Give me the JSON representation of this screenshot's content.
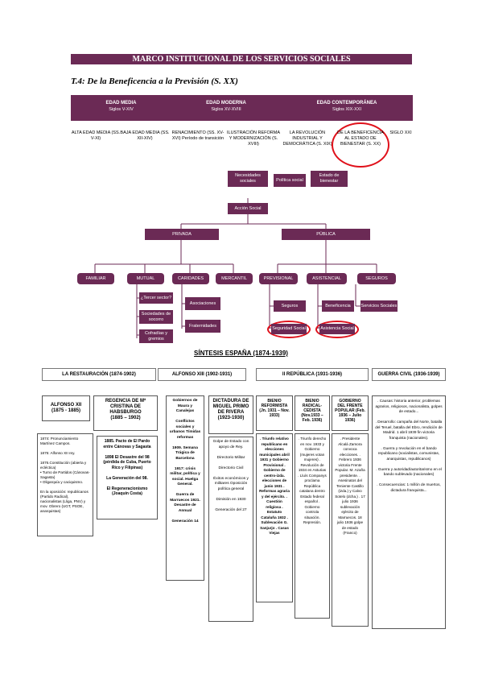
{
  "header": {
    "banner": "MARCO INSTITUCIONAL DE LOS SERVICIOS SOCIALES",
    "subtitle": "T.4: De la Beneficencia a la Previsión (S. XX)"
  },
  "eras": [
    {
      "label": "EDAD MEDIA",
      "sub": "Siglos V-XIV"
    },
    {
      "label": "EDAD MODERNA",
      "sub": "Siglos XV-XVIII"
    },
    {
      "label": "EDAD CONTEMPORÁNEA",
      "sub": "Siglos XIX-XXI"
    }
  ],
  "periods": [
    "ALTA EDAD MEDIA (SS. V-XI)",
    "BAJA EDAD MEDIA (SS. XII-XIV)",
    "RENACIMIENTO (SS. XV-XVI) Período de transición",
    "ILUSTRACIÓN REFORMA Y MODERNIZACIÓN (S. XVIII)",
    "LA REVOLUCIÓN INDUSTRIAL Y DEMOCRÁTICA (S. XIX)",
    "DE LA BENEFICENCIA AL ESTADO DE BIENESTAR (S. XX)",
    "SIGLO XXI"
  ],
  "tree": {
    "top": [
      "Necesidades sociales",
      "Política social",
      "Estado de bienestar"
    ],
    "accion": "Acción Social",
    "privada": "PRIVADA",
    "publica": "PÚBLICA",
    "privada_children": [
      "FAMILIAR",
      "MUTUAL",
      "CARIDADES",
      "MERCANTIL"
    ],
    "publica_children": [
      "PREVISIONAL",
      "ASISTENCIAL",
      "SEGUROS"
    ],
    "mutual_items": [
      "¿Tercer sector?",
      "Sociedades de socorro",
      "Cofradías y gremios"
    ],
    "caridades_items": [
      "Asociaciones",
      "Fraternidades"
    ],
    "previsional_items": [
      "Seguros",
      "Seguridad Social"
    ],
    "asistencial_items": [
      "Beneficencia",
      "Asistencia Social"
    ],
    "seguros_items": [
      "Servicios Sociales"
    ]
  },
  "synthesis": {
    "title": "SÍNTESIS ESPAÑA  (1874-1939)",
    "periods": [
      "LA RESTAURACIÓN (1874-1902)",
      "ALFONSO XIII (1902-1931)",
      "II REPÚBLICA (1931-1936)",
      "GUERRA CIVIL (1936-1939)"
    ],
    "alfonso_xii": "ALFONSO XII\n(1875  -  1885)",
    "regencia": "REGENCIA DE Mª CRISTINA DE HABSBURGO\n(1885 – 1902)",
    "restauracion_notes": "1874:  Pronunciamiento Martínez Campos.\n\n1875: Alfonso XII rey.\n\n1876.Constitución (abierta y ecléctica)\n• Turno de Partidos (Cánovas-Sagasta)\n• Oligarquía y caciquismo.\n\nEn la oposición: republicanos (Partido Radical), nacionalistas (Lliga, PNV) y mov. Obrero (UGT, PSOE, anarquistas)",
    "regencia_notes": "1885. Pacto de El Pardo entre Cánovas y Sagasta\n\n1898 El Desastre del 98 (pérdida de Cuba, Puerto Rico y Filipinas)\n\nLa Generación del 98.\n\nEl Regeneracionismo (Joaquín Costa)",
    "alfonso_xiii_notes": "Gobiernos de Maura y Canalejas\n\nConflictos sociales y urbanos Tímidas reformas\n\n1909. Semana Trágica de Barcelona\n\n1917: crisis militar, política y social. Huelga General.\n\nGuerra de Marruecos 1921. Desastre de Annual\n\nGeneración 14",
    "dictadura_title": "DICTADURA DE MIGUEL PRIMO DE RIVERA (1923-1930)",
    "dictadura_notes": "Golpe de Estado con apoyo de Rey.\n\nDirectorio Militar\n\nDirectorio Civil\n\nÉxitos económicos y militares Oposición política general\n\nDimisión en 1930\n\nGeneración del 27",
    "bienio1_title": "BIENIO REFORMISTA (Jn. 1931 – Nov. 1933)",
    "bienio1_notes": ". Triunfo relativo republicano en elecciones municipales abril 1931 y Gobierno Provisional . Gobierno de centro-izda. elecciones de junio 1931 . Reformas agraria y del ejército. . Cuestión religiosa . Estatuto Cataluña 1932 . Sublevación G. Sanjurjo . Casas Viejas",
    "bienio2_title": "BIENIO RADICAL-CEDISTA (Nov.1933 – Feb. 1936)",
    "bienio2_notes": ". Triunfo derecho en nov. 1933 y Gobierno (mujeres votan mujeres) . Revolución de 1934 en Asturias . Lluís Companys proclama República catalana dentro Estado federal español . Gobierno controla situación. Represión.",
    "frente_title": "GOBIERNO DEL FRENTE POPULAR (Feb. 1936 – Julio 1936)",
    "frente_notes": ". Presidente Alcalá Zamora convoca elecciones. . Febrero 1936 victoria Frente Popular. M. Azaña presidente. . Asesinatos del Teniente Castillo (izda.) y Calvo Sotelo (dcha.) . 17 julio 1936 sublevación ejército de Marruecos. 18 julio 1936 golpe de estado (Franco)",
    "guerra_notes": ". Causas: historia anterior, problemas agrarios, religiosos, nacionalista, golpes de estado...\n\n. Desarrollo: campaña del Norte, batalla del Teruel, batalla del Ebro, rendición de Madrid. 1 abril 1939 fin victoria franquista (nacionales).\n\n. Guerra y revolución en el bando republicano (socialistas, comunistas, anarquistas, republicanos)\n\n. Guerra y autoridad/autoritarismo en el bando sublevado (nacionales)\n\n. Consecuencias: 1 millón de muertos, dictadura franquista..."
  },
  "colors": {
    "purple": "#6b2a55",
    "red": "#e0101a"
  }
}
